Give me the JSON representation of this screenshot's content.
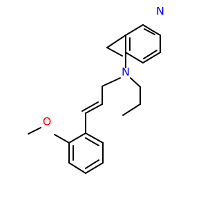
{
  "molecule": {
    "atoms": {
      "pyridine_n": "N",
      "amine_n": "N",
      "methoxy_o": "O"
    },
    "colors": {
      "bond": "#000000",
      "nitrogen": "#0000ff",
      "oxygen": "#ff0000"
    }
  }
}
